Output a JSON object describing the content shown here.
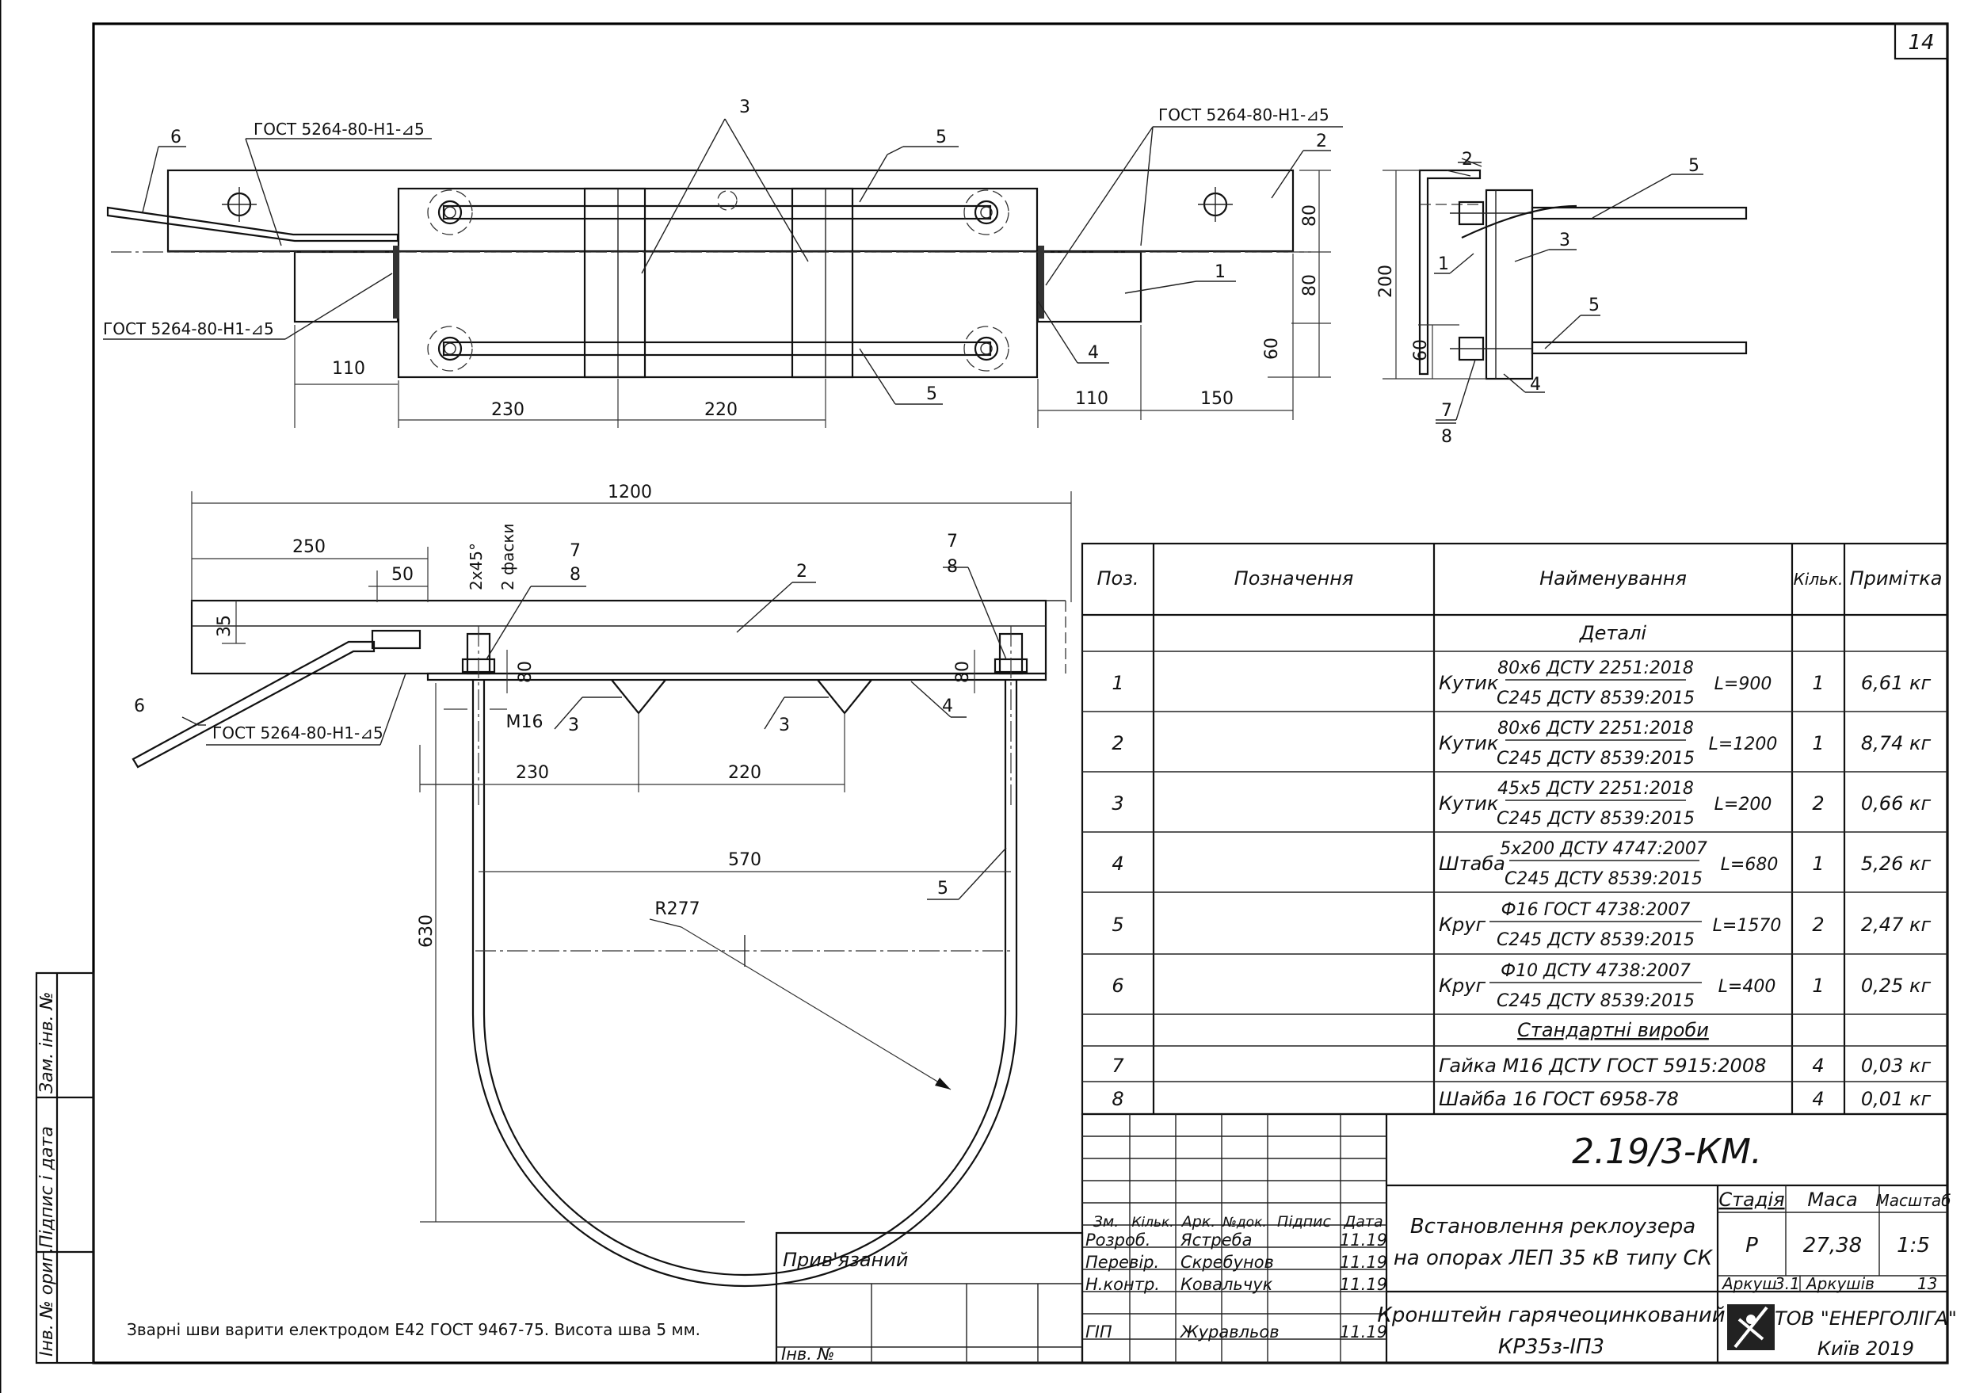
{
  "sheet": {
    "number": "14"
  },
  "drawing": {
    "plan_view": {
      "weld_labels": [
        "ГОСТ 5264-80-Н1-⊿5",
        "ГОСТ 5264-80-Н1-⊿5",
        "ГОСТ 5264-80-Н1-⊿5"
      ],
      "callouts": [
        "6",
        "3",
        "5",
        "2",
        "1",
        "4",
        "5"
      ],
      "dims": [
        "110",
        "230",
        "220",
        "110",
        "150",
        "80",
        "80",
        "60"
      ]
    },
    "side_view": {
      "callouts": [
        "2",
        "5",
        "1",
        "3",
        "5",
        "4",
        "7",
        "8"
      ],
      "dims": [
        "200",
        "60"
      ]
    },
    "front_view": {
      "callouts": [
        "7",
        "8",
        "2",
        "7",
        "8",
        "6",
        "3",
        "3",
        "4",
        "5"
      ],
      "weld_label": "ГОСТ 5264-80-Н1-⊿5",
      "chamfer": "2х45°",
      "chamfer_note": "2 фаски",
      "dims": [
        "1200",
        "250",
        "50",
        "35",
        "80",
        "80",
        "М16",
        "230",
        "220",
        "570",
        "630",
        "R277"
      ]
    },
    "weld_note": "Зварні шви варити електродом Е42 ГОСТ 9467-75. Висота шва 5 мм."
  },
  "bom": {
    "headers": [
      "Поз.",
      "Позначення",
      "Найменування",
      "Кільк.",
      "Примітка"
    ],
    "sections": {
      "details": "Деталі",
      "standard": "Стандартні вироби"
    },
    "rows": [
      {
        "pos": "1",
        "name": "Кутик",
        "top": "80х6 ДСТУ 2251:2018",
        "bottom": "С245 ДСТУ 8539:2015",
        "length": "L=900",
        "qty": "1",
        "note": "6,61 кг"
      },
      {
        "pos": "2",
        "name": "Кутик",
        "top": "80х6 ДСТУ 2251:2018",
        "bottom": "С245 ДСТУ 8539:2015",
        "length": "L=1200",
        "qty": "1",
        "note": "8,74 кг"
      },
      {
        "pos": "3",
        "name": "Кутик",
        "top": "45х5 ДСТУ 2251:2018",
        "bottom": "С245 ДСТУ 8539:2015",
        "length": "L=200",
        "qty": "2",
        "note": "0,66 кг"
      },
      {
        "pos": "4",
        "name": "Штаба",
        "top": "5х200 ДСТУ 4747:2007",
        "bottom": "С245 ДСТУ 8539:2015",
        "length": "L=680",
        "qty": "1",
        "note": "5,26 кг"
      },
      {
        "pos": "5",
        "name": "Круг",
        "top": "Ф16 ГОСТ 4738:2007",
        "bottom": "С245 ДСТУ 8539:2015",
        "length": "L=1570",
        "qty": "2",
        "note": "2,47 кг"
      },
      {
        "pos": "6",
        "name": "Круг",
        "top": "Ф10 ДСТУ 4738:2007",
        "bottom": "С245 ДСТУ 8539:2015",
        "length": "L=400",
        "qty": "1",
        "note": "0,25 кг"
      }
    ],
    "std_rows": [
      {
        "pos": "7",
        "name": "Гайка М16 ДСТУ ГОСТ 5915:2008",
        "qty": "4",
        "note": "0,03 кг"
      },
      {
        "pos": "8",
        "name": "Шайба 16 ГОСТ 6958-78",
        "qty": "4",
        "note": "0,01 кг"
      }
    ]
  },
  "title_block": {
    "code": "2.19/3-КМ.",
    "project_line1": "Встановлення реклоузера",
    "project_line2": "на опорах ЛЕП 35 кВ типу СК",
    "stage_label": "Стадія",
    "mass_label": "Маса",
    "scale_label": "Масштаб",
    "stage": "Р",
    "mass": "27,38",
    "scale": "1:5",
    "sheet_label": "Аркуш",
    "sheet": "3.1",
    "sheets_label": "Аркушів",
    "sheets": "13",
    "item_line1": "Кронштейн гарячеоцинкований",
    "item_line2": "КР35з-ІП3",
    "org_line1": "ТОВ \"ЕНЕРГОЛІГА\"",
    "org_line2": "Київ 2019",
    "col_headers": [
      "Зм.",
      "Кільк.",
      "Арк.",
      "№док.",
      "Підпис",
      "Дата"
    ],
    "signers": [
      {
        "role": "Розроб.",
        "name": "Ястреба",
        "date": "11.19"
      },
      {
        "role": "Перевір.",
        "name": "Скребунов",
        "date": "11.19"
      },
      {
        "role": "Н.контр.",
        "name": "Ковальчук",
        "date": "11.19"
      },
      {
        "role": "ГІП",
        "name": "Журавльов",
        "date": "11.19"
      }
    ],
    "bound_label": "Прив'язаний",
    "inv_label": "Інв. №"
  },
  "side_stamp": [
    "Інв. № ориг.",
    "Підпис і дата",
    "Зам. інв. №"
  ]
}
